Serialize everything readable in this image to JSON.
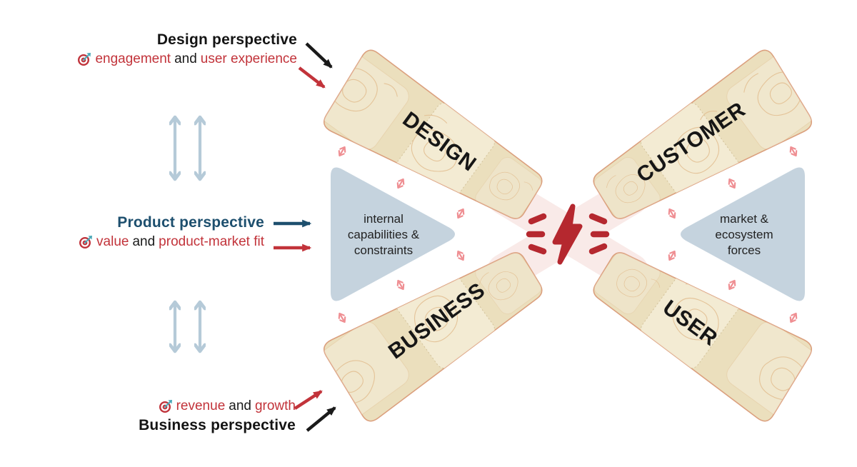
{
  "labels": {
    "design": {
      "title": "Design perspective",
      "goal_a": "engagement",
      "goal_join": "and",
      "goal_b": "user experience"
    },
    "product": {
      "title": "Product perspective",
      "goal_a": "value",
      "goal_join": "and",
      "goal_b": "product-market fit"
    },
    "business": {
      "title": "Business perspective",
      "goal_a": "revenue",
      "goal_join": "and",
      "goal_b": "growth"
    }
  },
  "wedges": {
    "design": "DESIGN",
    "customer": "CUSTOMER",
    "business": "BUSINESS",
    "user": "USER"
  },
  "zones": {
    "internal": {
      "line1": "internal",
      "line2": "capabilities &",
      "line3": "constraints"
    },
    "market": {
      "line1": "market &",
      "line2": "ecosystem",
      "line3": "forces"
    }
  },
  "colors": {
    "red_text": "#c2333a",
    "dark_blue": "#1d4f6e",
    "bolt_red": "#b5282f",
    "wedge_fill": "#ebdfbd",
    "wedge_border": "#dba07e",
    "zone_fill": "#c5d3de",
    "mini_arrow_pink": "#ef8f93",
    "double_arrow_blue": "#b5cad8"
  }
}
